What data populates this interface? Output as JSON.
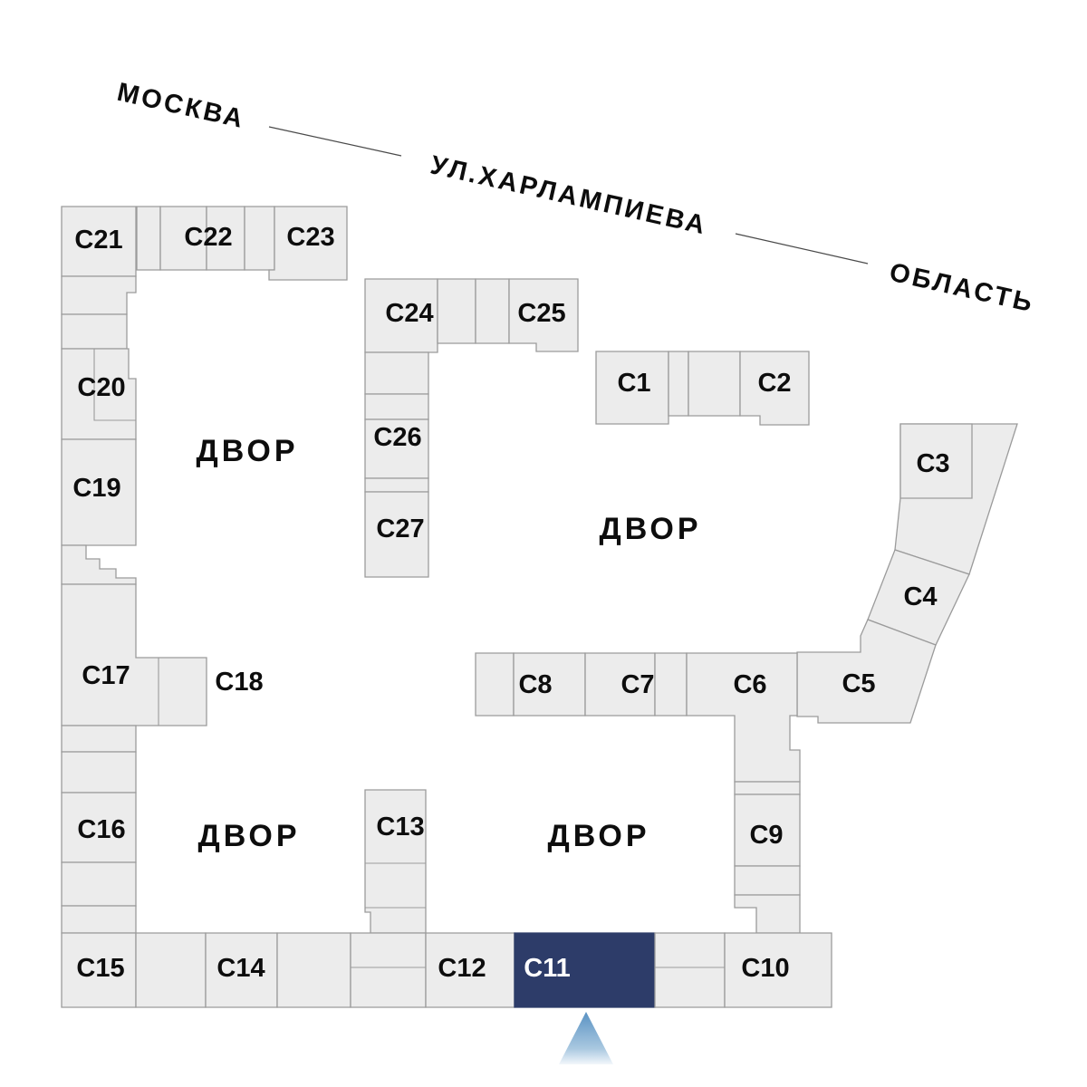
{
  "map": {
    "region_labels": {
      "left": "МОСКВА",
      "street": "УЛ.ХАРЛАМПИЕВА",
      "right": "ОБЛАСТЬ"
    },
    "courtyard_label": "ДВОР",
    "selected_building": "С11",
    "buildings": {
      "c1": "С1",
      "c2": "С2",
      "c3": "С3",
      "c4": "С4",
      "c5": "С5",
      "c6": "С6",
      "c7": "С7",
      "c8": "С8",
      "c9": "С9",
      "c10": "С10",
      "c11": "С11",
      "c12": "С12",
      "c13": "С13",
      "c14": "С14",
      "c15": "С15",
      "c16": "С16",
      "c17": "С17",
      "c18": "С18",
      "c19": "С19",
      "c20": "С20",
      "c21": "С21",
      "c22": "С22",
      "c23": "С23",
      "c24": "С24",
      "c25": "С25",
      "c26": "С26",
      "c27": "С27"
    },
    "colors": {
      "building_fill": "#ececec",
      "building_stroke": "#9b9b9b",
      "selected_fill": "#2d3c69",
      "selected_text": "#ffffff",
      "label_text": "#0d0d0d",
      "pointer_top": "#5a92c3",
      "pointer_bottom": "#f2f7fb"
    }
  }
}
